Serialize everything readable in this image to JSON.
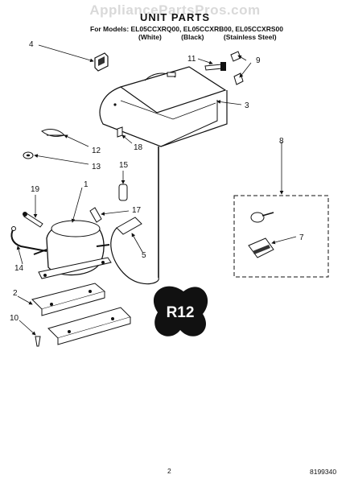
{
  "watermark": "AppliancePartsPros.com",
  "title": "UNIT PARTS",
  "models_line": "For Models: EL05CCXRQ00, EL05CCXRB00, EL05CCXRS00",
  "variants": [
    "(White)",
    "(Black)",
    "(Stainless Steel)"
  ],
  "badge": "R12",
  "callouts": [
    "1",
    "2",
    "3",
    "4",
    "5",
    "7",
    "8",
    "9",
    "10",
    "11",
    "12",
    "13",
    "14",
    "15",
    "17",
    "18",
    "19"
  ],
  "page_number": "2",
  "document_number": "8199340"
}
